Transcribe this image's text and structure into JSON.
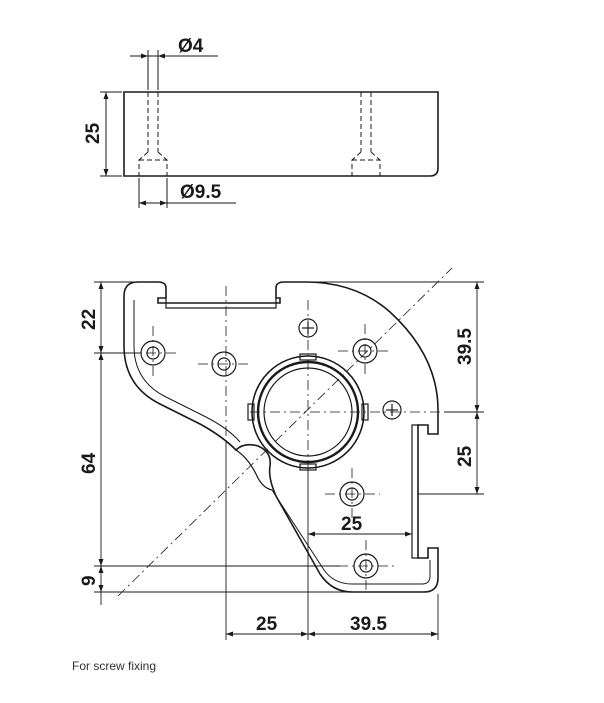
{
  "labels": {
    "dia_4": "Ø4",
    "height_25": "25",
    "dia_9_5": "Ø9.5",
    "dim_22": "22",
    "dim_64": "64",
    "dim_9": "9",
    "dim_39_5_right": "39.5",
    "dim_25_right": "25",
    "dim_25_inner": "25",
    "dim_25_bottom": "25",
    "dim_39_5_bottom": "39.5"
  },
  "caption": "For screw fixing",
  "colors": {
    "line": "#1a1a1a",
    "background": "#ffffff"
  }
}
